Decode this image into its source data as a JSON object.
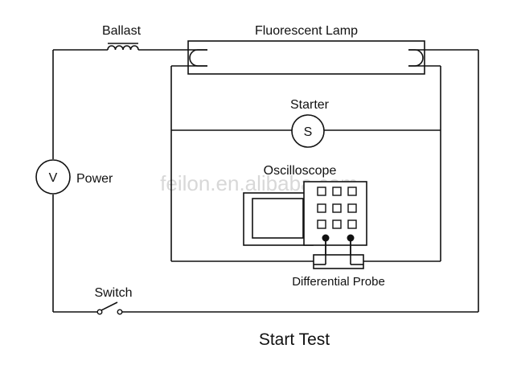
{
  "labels": {
    "ballast": "Ballast",
    "lamp": "Fluorescent Lamp",
    "starter": "Starter",
    "starter_symbol": "S",
    "power": "Power",
    "power_symbol": "V",
    "oscilloscope": "Oscilloscope",
    "probe": "Differential Probe",
    "switch": "Switch",
    "title": "Start Test",
    "watermark": "feilon.en.alibaba.com"
  }
}
